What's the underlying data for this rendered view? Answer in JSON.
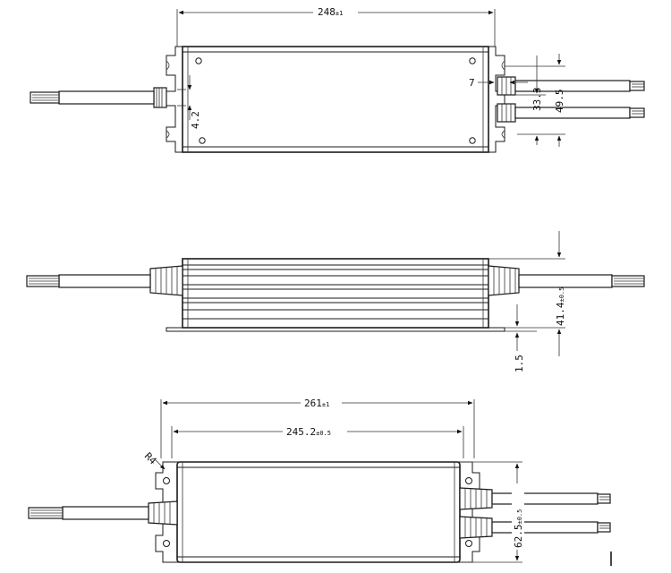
{
  "top_view": {
    "width": "248",
    "width_tol": "±1",
    "dim_tab": "7",
    "dim_cable_pitch": "33.3",
    "dim_cable_outer": "49.5",
    "dim_hole": "4.2"
  },
  "side_view": {
    "height": "41.4",
    "height_tol": "±0.5",
    "base": "1.5"
  },
  "bottom_view": {
    "overall": "261",
    "overall_tol": "±1",
    "mounting": "245.2",
    "mounting_tol": "±0.5",
    "radius": "R4",
    "depth": "62.5",
    "depth_tol": "±0.5"
  }
}
